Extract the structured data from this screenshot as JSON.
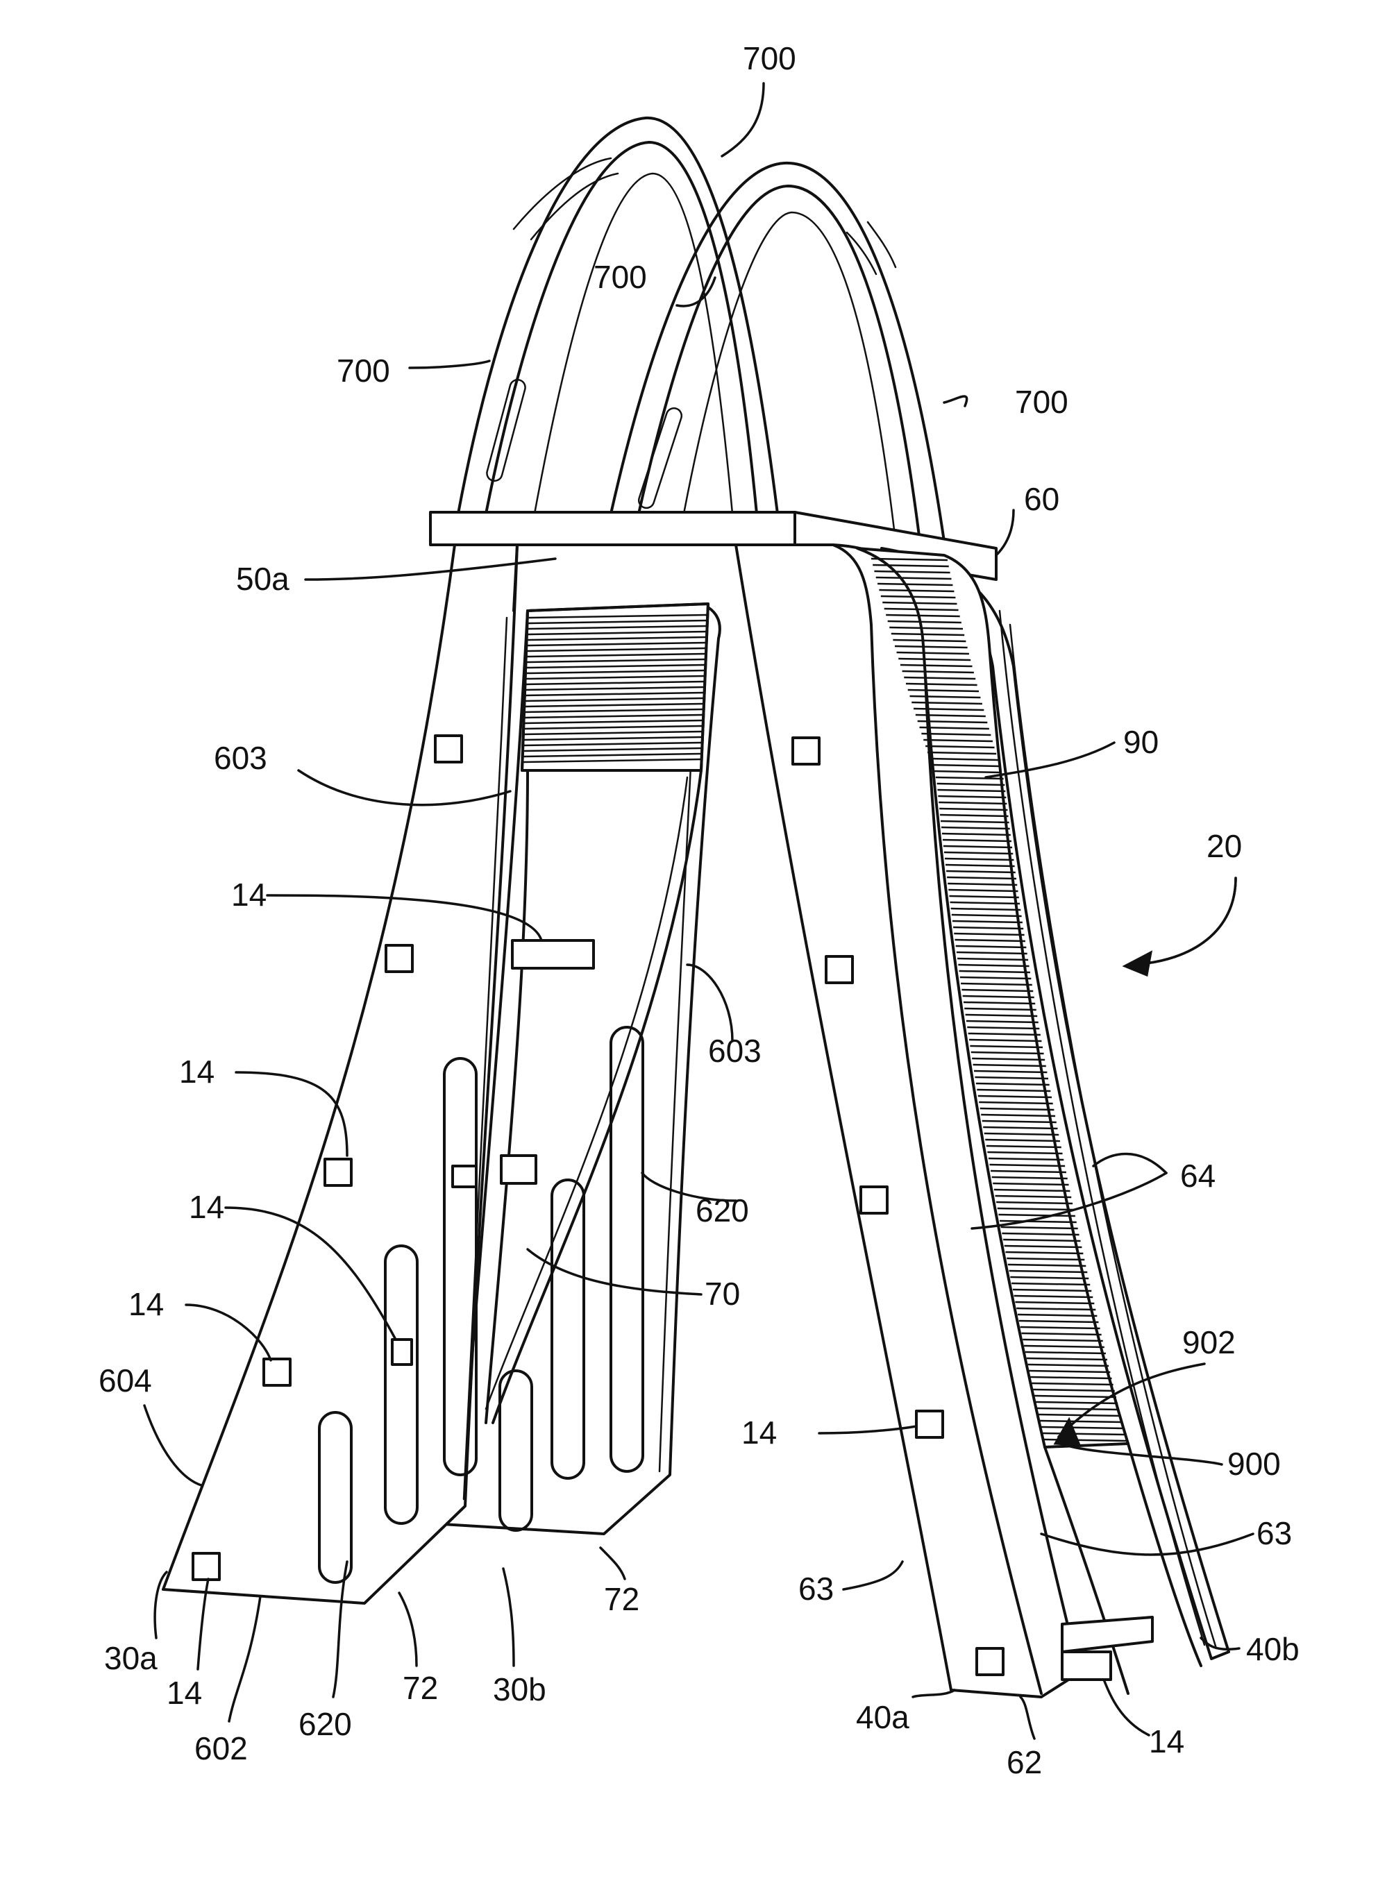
{
  "labels": {
    "arch_top": "700",
    "arch_inner": "700",
    "arch_left": "700",
    "arch_right": "700",
    "platform": "60",
    "junction_left": "50a",
    "rail_inner_upper": "603",
    "tread": "90",
    "ladder": "20",
    "peg_upper": "14",
    "rail_inner_mid": "603",
    "peg_left_mid": "14",
    "peg_left_low": "14",
    "slot_right": "620",
    "side_rails": "64",
    "peg_lower_left": "14",
    "brace": "70",
    "edge_front": "604",
    "bottom_tread_end": "902",
    "peg_right_low": "14",
    "tread_end": "900",
    "rail_back_right": "63",
    "rail_front_right": "63",
    "foot_flange_left": "72",
    "foot_flange_mid": "72",
    "foot_30a": "30a",
    "foot_40b": "40b",
    "peg_foot_left": "14",
    "foot_30b": "30b",
    "foot_40a": "40a",
    "slot_lower": "620",
    "foot_62": "62",
    "peg_foot_right": "14",
    "bottom_602": "602"
  }
}
